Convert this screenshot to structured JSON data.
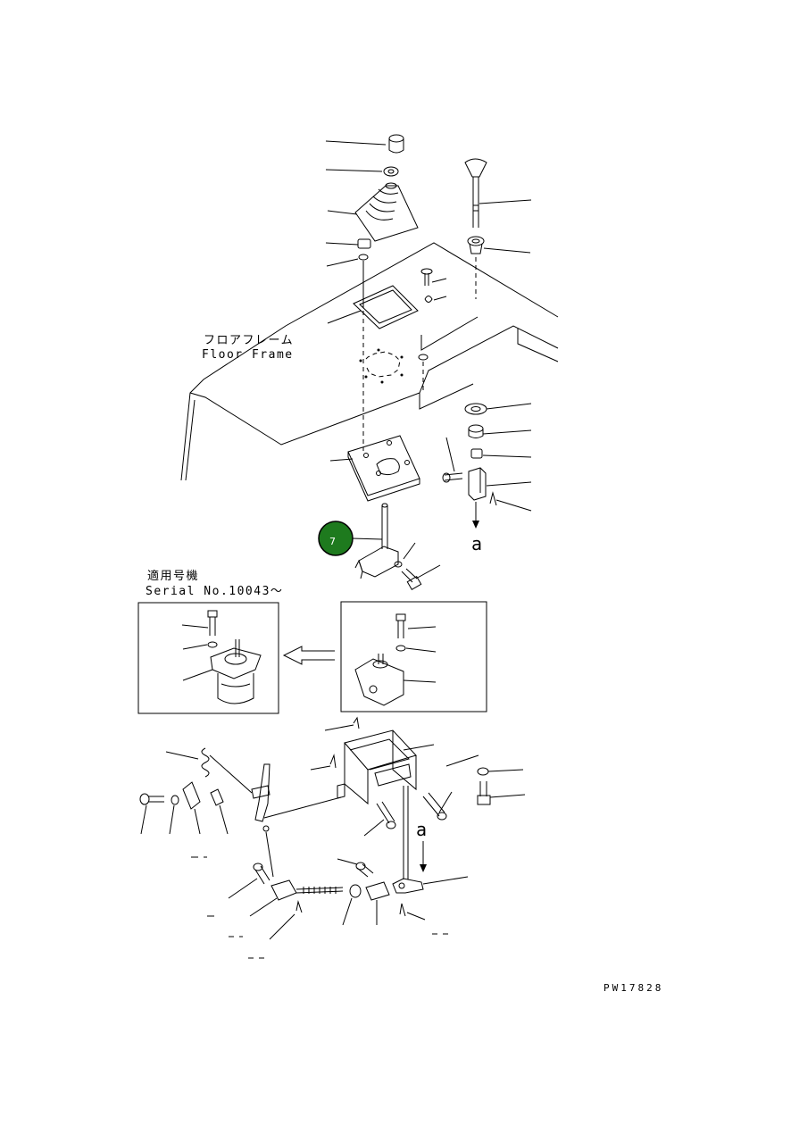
{
  "labels": {
    "floor_frame_ja": "フロアフレーム",
    "floor_frame_en": "Floor Frame",
    "serial_ja": "適用号機",
    "serial_en": "Serial No.10043～",
    "arrow_a_top": "a",
    "arrow_a_bottom": "a",
    "drawing_code": "PW17828"
  },
  "callout_badge": {
    "number": "7",
    "color": "#1e7a1e"
  }
}
